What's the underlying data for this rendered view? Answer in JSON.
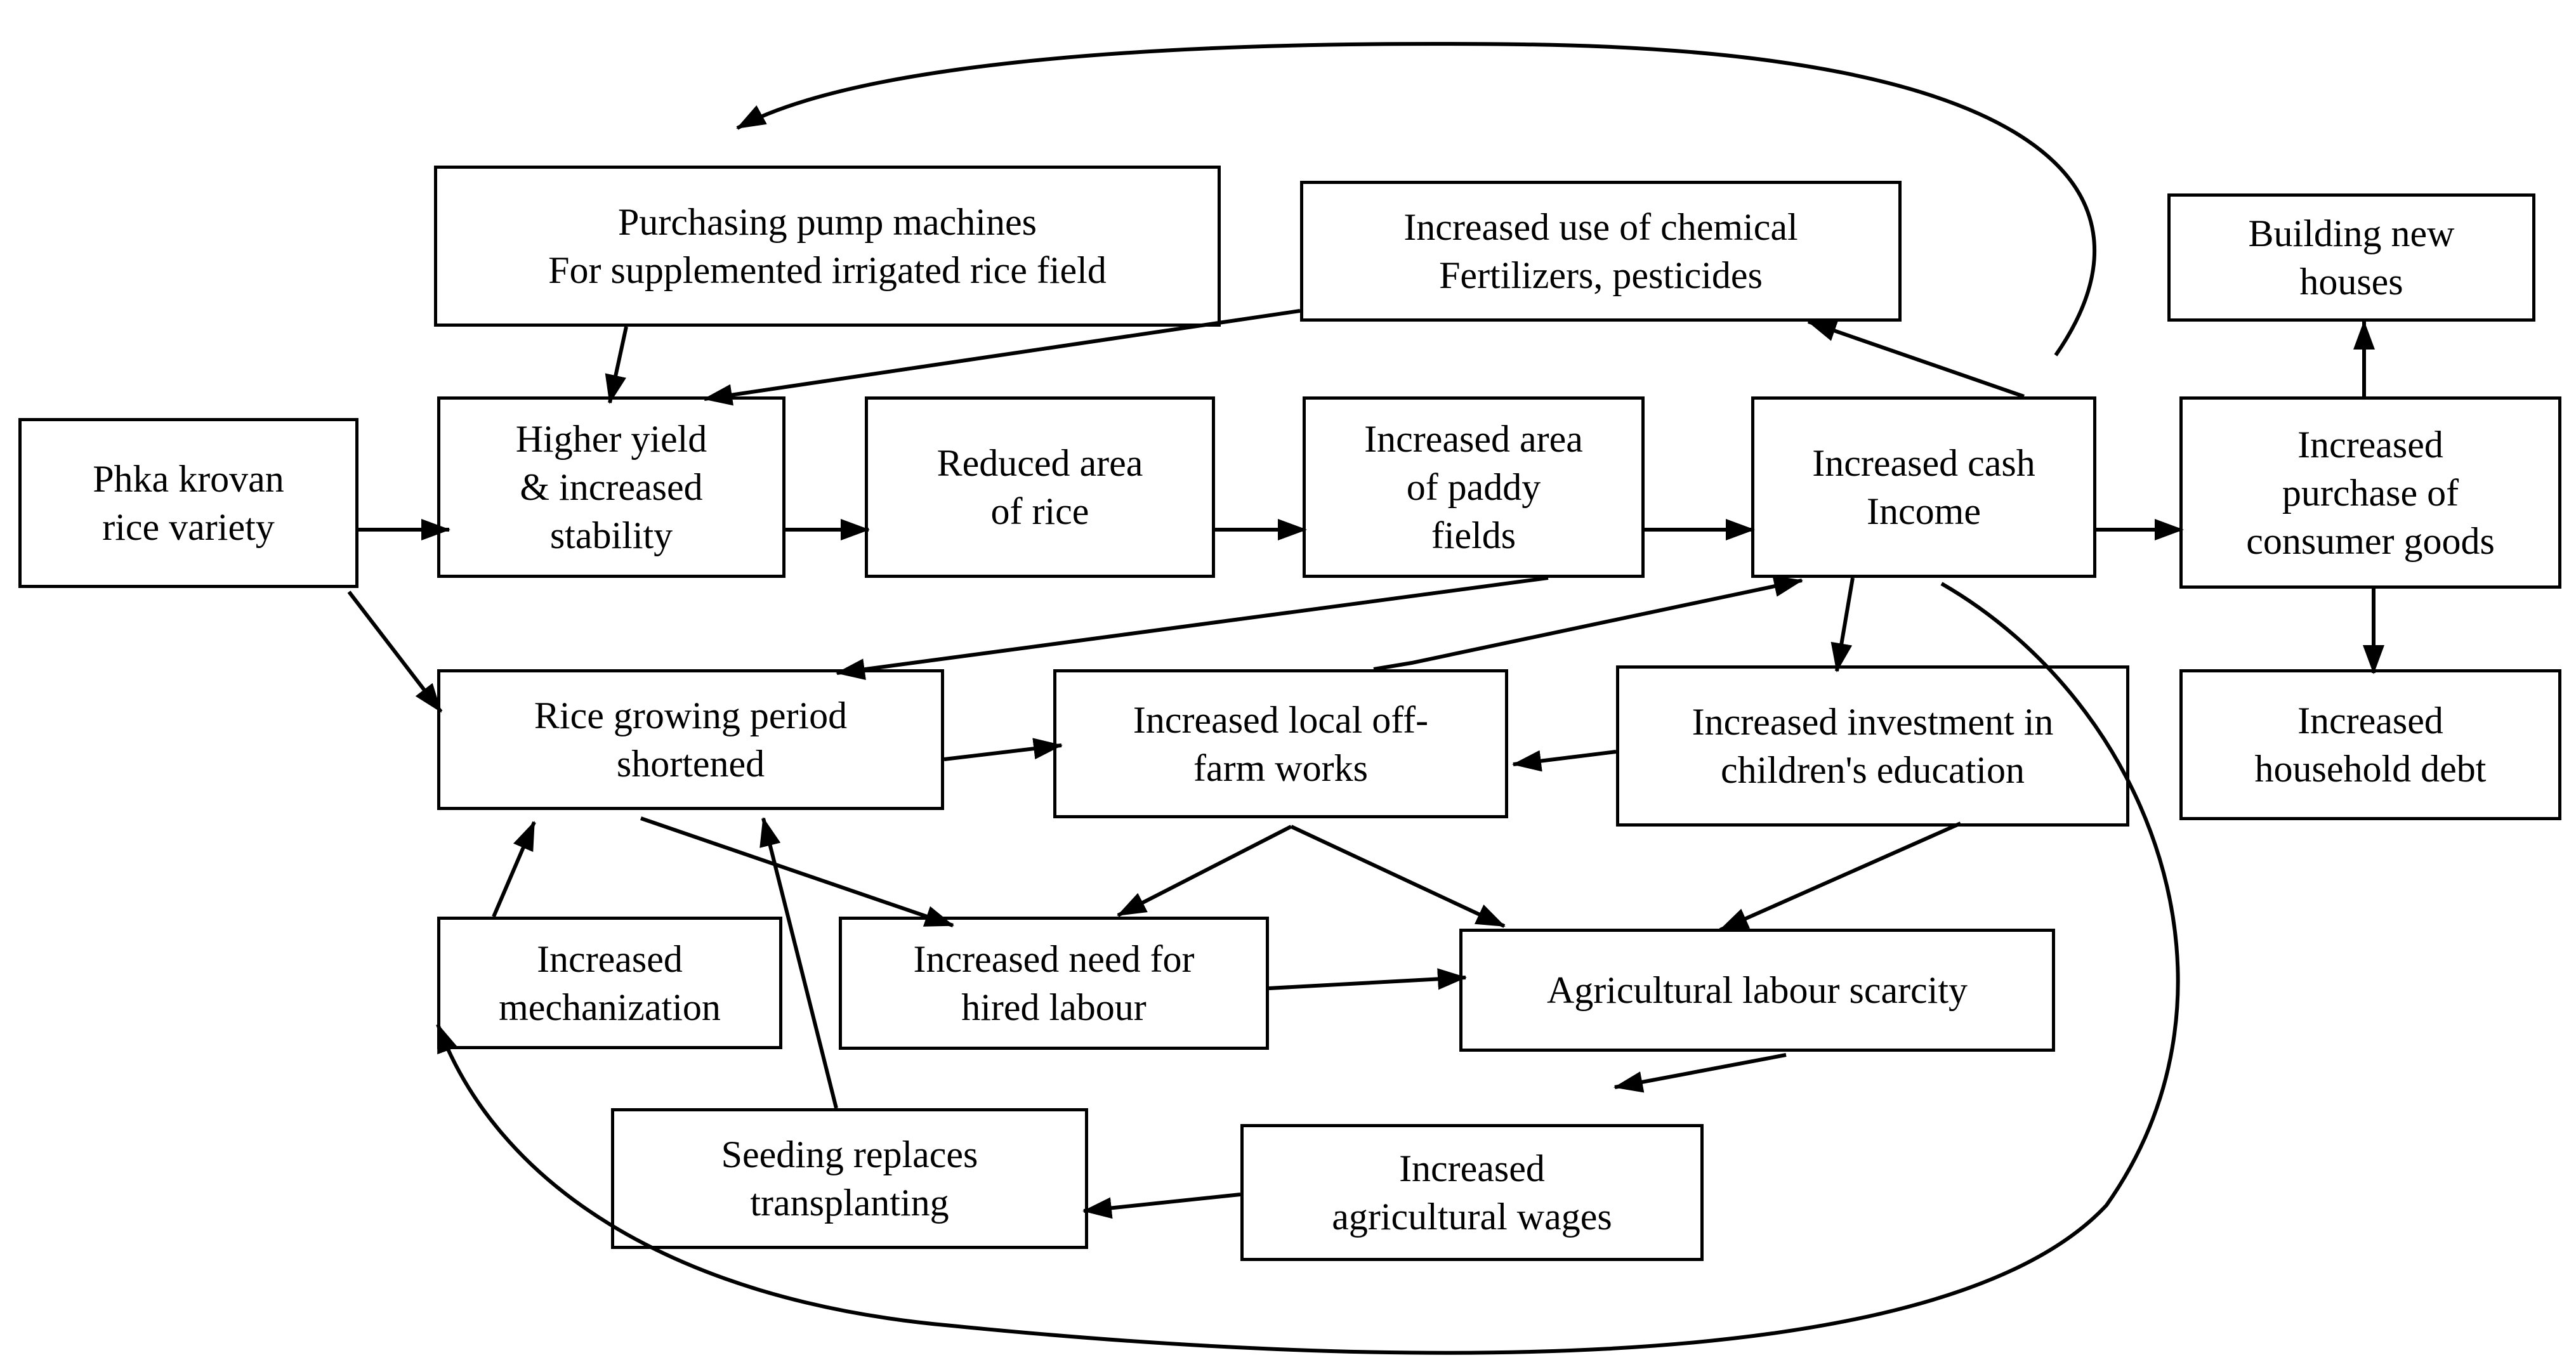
{
  "nodes": {
    "phka": "Phka krovan\nrice variety",
    "pump": "Purchasing pump machines\nFor supplemented irrigated rice field",
    "chem": "Increased use of chemical\nFertilizers, pesticides",
    "build": "Building new\nhouses",
    "yield": "Higher yield\n& increased\nstability",
    "reduced": "Reduced area\nof rice",
    "paddy": "Increased area\nof paddy\nfields",
    "cash": "Increased cash\nIncome",
    "consumer": "Increased\npurchase of\nconsumer goods",
    "period": "Rice growing period\nshortened",
    "offfarm": "Increased local off-\nfarm works",
    "edu": "Increased investment in\nchildren's education",
    "debt": "Increased\nhousehold debt",
    "mech": "Increased\nmechanization",
    "hired": "Increased need for\nhired labour",
    "scarcity": "Agricultural labour scarcity",
    "seeding": "Seeding replaces\ntransplanting",
    "wages": "Increased\nagricultural wages"
  },
  "colors": {
    "stroke": "#000000",
    "background": "#ffffff"
  }
}
